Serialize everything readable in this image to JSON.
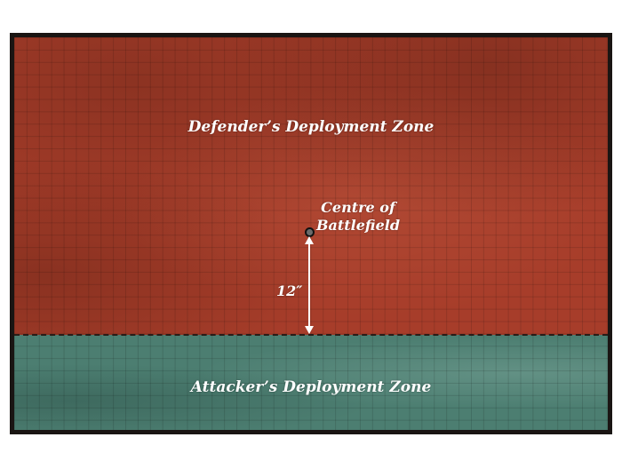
{
  "map": {
    "defender_zone_label": "Defender’s Deployment Zone",
    "attacker_zone_label": "Attacker’s Deployment Zone",
    "centre_label_line1": "Centre of",
    "centre_label_line2": "Battlefield",
    "distance_label": "12″"
  },
  "colors": {
    "defender_zone": "#a73d2a",
    "attacker_zone": "#4c7e71",
    "border": "#1a1513"
  }
}
